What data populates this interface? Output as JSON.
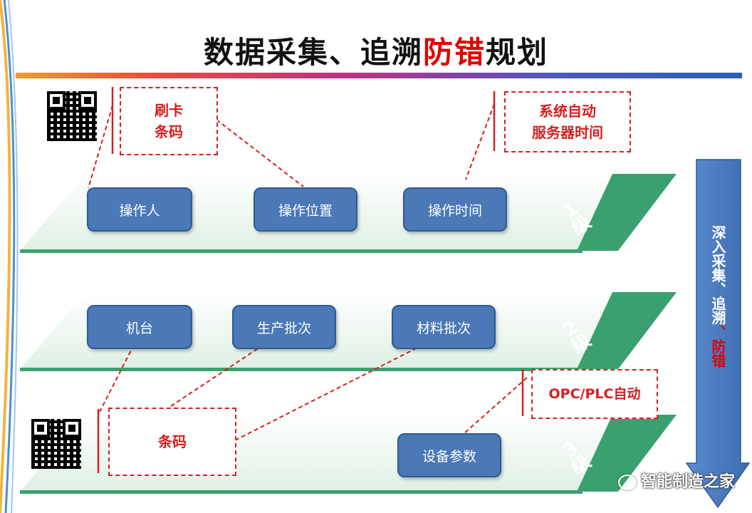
{
  "title": {
    "part1": "数据采集、追溯",
    "highlight": "防错",
    "part2": "规划"
  },
  "levels": [
    {
      "num": "1",
      "label": "级",
      "boxes": [
        "操作人",
        "操作位置",
        "操作时间"
      ]
    },
    {
      "num": "2",
      "label": "级",
      "boxes": [
        "机台",
        "生产批次",
        "材料批次"
      ]
    },
    {
      "num": "3",
      "label": "级",
      "boxes": [
        "设备参数"
      ]
    }
  ],
  "notes": {
    "card": "刷卡\n条码",
    "server": "系统自动\n服务器时间",
    "barcode": "条码",
    "opc": "OPC/PLC自动"
  },
  "arrow": {
    "text1": "深入采集、追溯",
    "sep": "、",
    "text2": "防错"
  },
  "watermark": "智能制造之家",
  "colors": {
    "box": "#4b78b6",
    "level": "#3aa070",
    "dash": "#d42020",
    "arrow": "#4a79be"
  }
}
